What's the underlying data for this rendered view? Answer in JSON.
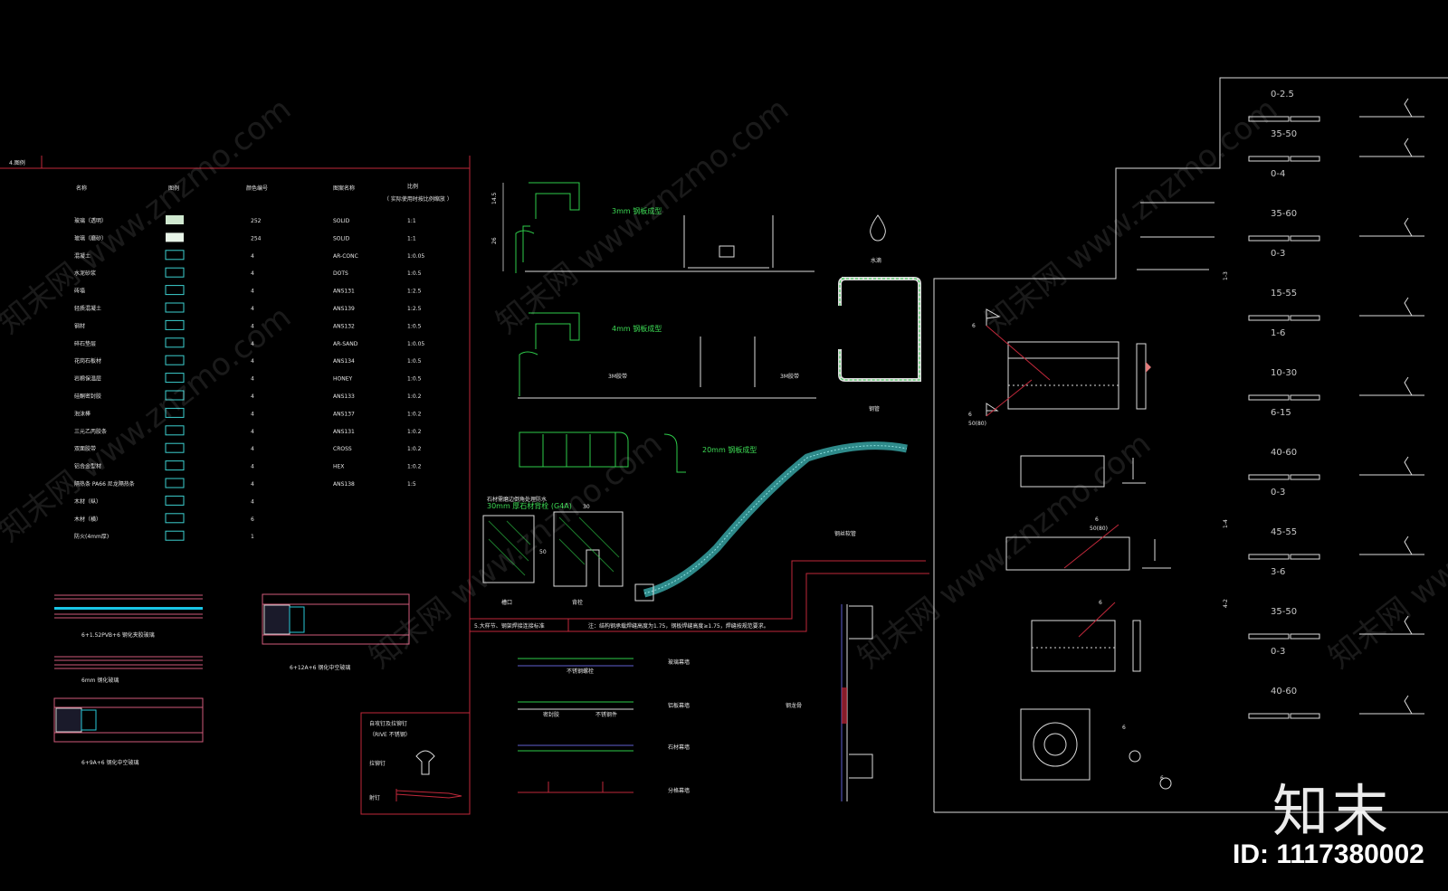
{
  "legend": {
    "section_title": "4.图例",
    "headers": {
      "name": "名称",
      "pattern": "图例",
      "color": "颜色编号",
      "fill": "图案名称",
      "scale": "比例",
      "scale_note": "（ 实际使用时按比例缩放 ）"
    },
    "rows": [
      {
        "name": "玻璃（透明）",
        "color": "252",
        "fill": "SOLID",
        "scale": "1:1"
      },
      {
        "name": "玻璃（磨砂）",
        "color": "254",
        "fill": "SOLID",
        "scale": "1:1"
      },
      {
        "name": "混凝土",
        "color": "4",
        "fill": "AR-CONC",
        "scale": "1:0.05"
      },
      {
        "name": "水泥砂浆",
        "color": "4",
        "fill": "DOTS",
        "scale": "1:0.5"
      },
      {
        "name": "砖墙",
        "color": "4",
        "fill": "ANS131",
        "scale": "1:2.5"
      },
      {
        "name": "轻质混凝土",
        "color": "4",
        "fill": "ANS139",
        "scale": "1:2.5"
      },
      {
        "name": "钢材",
        "color": "4",
        "fill": "ANS132",
        "scale": "1:0.5"
      },
      {
        "name": "碎石垫层",
        "color": "4",
        "fill": "AR-SAND",
        "scale": "1:0.05"
      },
      {
        "name": "花岗石板材",
        "color": "4",
        "fill": "ANS134",
        "scale": "1:0.5"
      },
      {
        "name": "岩棉保温层",
        "color": "4",
        "fill": "HONEY",
        "scale": "1:0.5"
      },
      {
        "name": "硅酮密封胶",
        "color": "4",
        "fill": "ANS133",
        "scale": "1:0.2"
      },
      {
        "name": "泡沫棒",
        "color": "4",
        "fill": "ANS137",
        "scale": "1:0.2"
      },
      {
        "name": "三元乙丙胶条",
        "color": "4",
        "fill": "ANS131",
        "scale": "1:0.2"
      },
      {
        "name": "双面胶带",
        "color": "4",
        "fill": "CROSS",
        "scale": "1:0.2"
      },
      {
        "name": "铝合金型材",
        "color": "4",
        "fill": "HEX",
        "scale": "1:0.2"
      },
      {
        "name": "隔热条 PA66 尼龙隔热条",
        "color": "4",
        "fill": "ANS138",
        "scale": "1:5"
      },
      {
        "name": "木材（纵）",
        "color": "4",
        "fill": "",
        "scale": ""
      },
      {
        "name": "木材（横）",
        "color": "6",
        "fill": "",
        "scale": ""
      },
      {
        "name": "防火(4mm厚)",
        "color": "1",
        "fill": "",
        "scale": ""
      }
    ]
  },
  "glass_sections": {
    "laminated": "6+1.52PVB+6 钢化夹胶玻璃",
    "single": "6mm 钢化玻璃",
    "insulated_12a": "6+12A+6 钢化中空玻璃",
    "insulated_9a": "6+9A+6 钢化中空玻璃"
  },
  "profiles": {
    "label_3mm": "3mm 钢板成型",
    "label_4mm": "4mm 钢板成型",
    "tape_left": "3M胶带",
    "tape_right": "3M胶带",
    "dim_top_a": "14.5",
    "dim_top_b": "26",
    "gutter_label": "20mm 钢板成型",
    "tube_label": "钢管",
    "drop_label": "水滴",
    "hose_label": "钢丝软管",
    "stone_note_a": "石材需磨边倒角处理防水",
    "stone_note_b": "30mm 厚石材背栓 (G4A)",
    "dim_30": "30",
    "dim_50": "50",
    "stone_a": "槽口",
    "stone_b": "背栓"
  },
  "section5": {
    "title": "5.大样节、钢架焊接连接标准",
    "note": "注：结构钢承载焊缝高度为1.75，钢板焊缝高度≥1.75，焊缝按规范要求。"
  },
  "panel_rows": [
    "玻璃幕墙",
    "铝板幕墙",
    "石材幕墙",
    "分格幕墙"
  ],
  "panel_row_sub": [
    "不锈钢螺栓",
    "密封胶",
    "不锈钢件"
  ],
  "nail_box": {
    "title": "自攻钉及拉铆钉",
    "subtitle": "（RIVE 不锈钢）",
    "a": "拉铆钉",
    "b": "射钉"
  },
  "side_label": "钢龙骨",
  "weld": {
    "ranges": [
      "0-2.5",
      "35-50",
      "0-4",
      "35-60",
      "0-3",
      "15-55",
      "1-6",
      "10-30",
      "6-15",
      "40-60",
      "0-3",
      "45-55",
      "3-6",
      "35-50",
      "0-3",
      "40-60"
    ],
    "group_labels": [
      "1-3",
      "1-4",
      "4-2"
    ],
    "symbol_labels": [
      "6",
      "6",
      "6",
      "6",
      "6",
      "6"
    ],
    "sub_labels": [
      "50(80)",
      "50(80)"
    ]
  },
  "watermark": "知末网 www.znzmo.com",
  "brand": "知末",
  "image_id": "ID: 1117380002"
}
